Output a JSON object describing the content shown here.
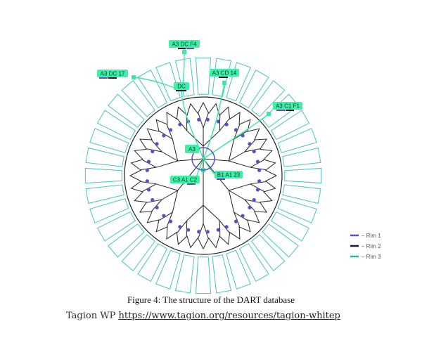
{
  "diagram": {
    "nodes": {
      "center": "A3",
      "dc": "DC",
      "a3_dc_f4": "A3 DC F4",
      "a3_dc_17": "A3 DC 17",
      "a3_cd_14": "A3 CD 14",
      "a3_c1_f1": "A3 C1 F1",
      "b1_a1_23": "B1 A1 23",
      "c3_a1_c2": "C3 A1 C2"
    },
    "legend": [
      {
        "label": "– Rim 1",
        "color": "#5b4fc7"
      },
      {
        "label": "– Rim 2",
        "color": "#1f1b3d"
      },
      {
        "label": "– Rim 3",
        "color": "#2bb5b0"
      }
    ],
    "colors": {
      "rim1": "#5b4fc7",
      "rim2": "#222222",
      "rim3": "#49c4bf",
      "highlight": "#39e8a3",
      "label_bg": "#3ef0a6"
    }
  },
  "caption": "Figure 4: The structure of the DART database",
  "footer": {
    "prefix": "Tagion WP ",
    "link": "https://www.tagion.org/resources/tagion-whitep"
  }
}
